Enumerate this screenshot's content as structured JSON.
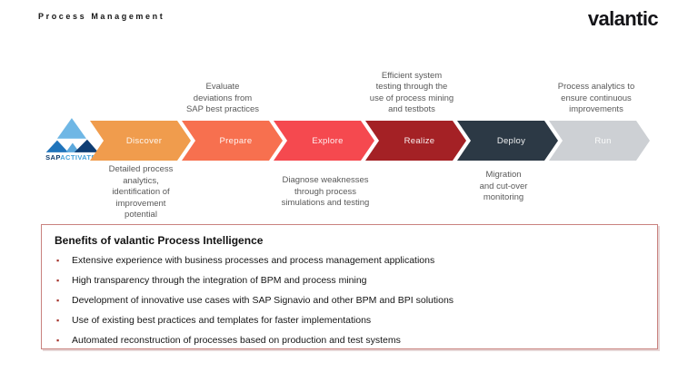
{
  "header": {
    "title": "Process Management",
    "brand": "valantic"
  },
  "sap_activate": {
    "sap": "SAP",
    "activate": "ACTIVATE"
  },
  "flow": {
    "steps": [
      {
        "label": "Discover",
        "color": "#F09C4D"
      },
      {
        "label": "Prepare",
        "color": "#F7704F"
      },
      {
        "label": "Explore",
        "color": "#F5494F"
      },
      {
        "label": "Realize",
        "color": "#A42125"
      },
      {
        "label": "Deploy",
        "color": "#2C3945"
      },
      {
        "label": "Run",
        "color": "#CDD0D4"
      }
    ],
    "annotations_top": [
      {
        "text": "Evaluate\ndeviations from\nSAP best practices"
      },
      {
        "text": "Efficient system\ntesting through the\nuse of process mining\nand testbots"
      },
      {
        "text": "Process analytics to\nensure continuous\nimprovements"
      }
    ],
    "annotations_bottom": [
      {
        "text": "Detailed process\nanalytics,\nidentification of\nimprovement\npotential"
      },
      {
        "text": "Diagnose weaknesses\nthrough process\nsimulations and testing"
      },
      {
        "text": "Migration\nand cut-over\nmonitoring"
      }
    ]
  },
  "benefits": {
    "title": "Benefits of valantic Process Intelligence",
    "bullet_glyph": "▪",
    "border_color": "#C9827E",
    "bullet_color": "#A5342C",
    "items": [
      "Extensive experience with business processes and process management applications",
      "High transparency through the integration of BPM and process mining",
      "Development of innovative use cases with SAP Signavio and other BPM and BPI solutions",
      "Use of existing best practices and templates for faster implementations",
      "Automated reconstruction of processes based on production and test systems"
    ]
  }
}
